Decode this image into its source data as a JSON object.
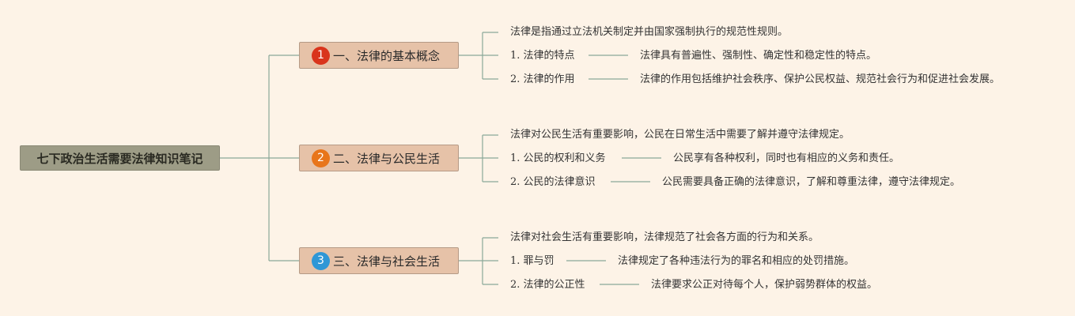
{
  "root": {
    "label": "七下政治生活需要法律知识笔记"
  },
  "colors": {
    "background": "#fdf3e7",
    "root_fill": "#9d9c86",
    "branch_fill": "#e6c2a8",
    "line": "#8aa898",
    "badge_1": "#d9341c",
    "badge_2": "#e8751a",
    "badge_3": "#2f97d6"
  },
  "branches": [
    {
      "number": "1",
      "label": "一、法律的基本概念",
      "intro": "法律是指通过立法机关制定并由国家强制执行的规范性规则。",
      "items": [
        {
          "label": "1. 法律的特点",
          "detail": "法律具有普遍性、强制性、确定性和稳定性的特点。"
        },
        {
          "label": "2. 法律的作用",
          "detail": "法律的作用包括维护社会秩序、保护公民权益、规范社会行为和促进社会发展。"
        }
      ]
    },
    {
      "number": "2",
      "label": "二、法律与公民生活",
      "intro": "法律对公民生活有重要影响，公民在日常生活中需要了解并遵守法律规定。",
      "items": [
        {
          "label": "1. 公民的权利和义务",
          "detail": "公民享有各种权利，同时也有相应的义务和责任。"
        },
        {
          "label": "2. 公民的法律意识",
          "detail": "公民需要具备正确的法律意识，了解和尊重法律，遵守法律规定。"
        }
      ]
    },
    {
      "number": "3",
      "label": "三、法律与社会生活",
      "intro": "法律对社会生活有重要影响，法律规范了社会各方面的行为和关系。",
      "items": [
        {
          "label": "1. 罪与罚",
          "detail": "法律规定了各种违法行为的罪名和相应的处罚措施。"
        },
        {
          "label": "2. 法律的公正性",
          "detail": "法律要求公正对待每个人，保护弱势群体的权益。"
        }
      ]
    }
  ]
}
